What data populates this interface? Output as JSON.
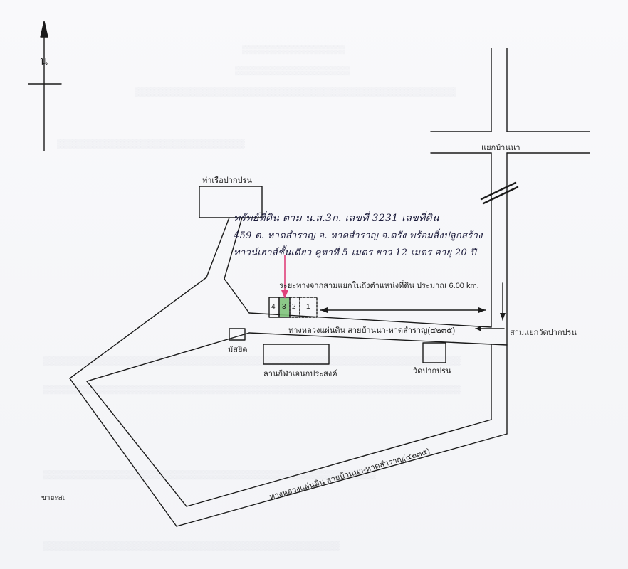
{
  "map": {
    "north_letter": "น",
    "labels": {
      "ferry_pier": "ท่าเรือปากปรน",
      "junction_ban_na": "แยกบ้านนา",
      "distance_note": "ระยะทางจากสามแยกในถึงตำแหน่งที่ดิน ประมาณ 6.00 km.",
      "highway_upper": "ทางหลวงแผ่นดิน สายบ้านนา-หาดสำราญ(๔๒๓๕)",
      "junction_wat_pak_pron": "สามแยกวัดปากปรน",
      "mosque": "มัสยิด",
      "sports_ground": "ลานกีฬาเอนกประสงค์",
      "temple": "วัดปากปรน",
      "highway_lower": "ทางหลวงแผ่นดิน สายบ้านนา-หาดสำราญ(๔๒๓๕)",
      "scale": "ขายะสเ"
    },
    "handwritten": {
      "line1": "ทรัพย์ที่ดิน ตาม น.ส.3ก. เลขที่ 3231 เลขที่ดิน",
      "line2": "459 ต. หาดสำราญ อ. หาดสำราญ จ.ตรัง พร้อมสิ่งปลูกสร้าง",
      "line3": "ทาวน์เฮาส์ชั้นเดียว คูหาที่ 5 เมตร ยาว 12 เมตร อายุ 20 ปี"
    },
    "plots": [
      "4",
      "3",
      "2",
      "1"
    ],
    "highlighted_plot": "3",
    "colors": {
      "line": "#1b1b1b",
      "highlight": "#7fc37b",
      "arrow": "#e0407a"
    }
  }
}
